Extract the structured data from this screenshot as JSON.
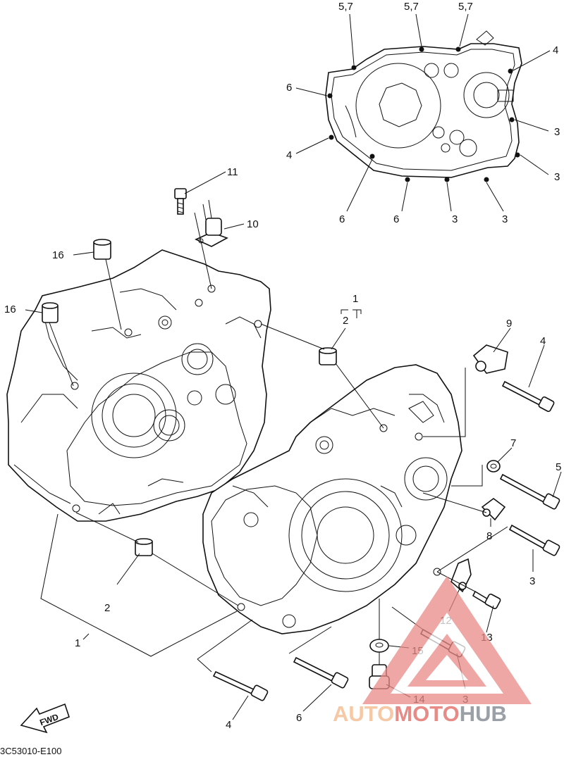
{
  "diagram": {
    "gasket_labels": {
      "top_a": "5,7",
      "top_b": "5,7",
      "top_c": "5,7",
      "right_top": "4",
      "left_upper": "6",
      "right_mid": "3",
      "left_mid": "4",
      "right_low": "3",
      "bottom_a": "6",
      "bottom_b": "6",
      "bottom_c": "3",
      "bottom_d": "3"
    },
    "part_labels": {
      "p11": "11",
      "p10": "10",
      "p16a": "16",
      "p16b": "16",
      "p1_top": "1",
      "p2_top": "2",
      "p9": "9",
      "p4_right": "4",
      "p7": "7",
      "p5": "5",
      "p8": "8",
      "p3_right": "3",
      "p2_left": "2",
      "p1_left": "1",
      "p12": "12",
      "p13": "13",
      "p15": "15",
      "p14": "14",
      "p3_bottom": "3",
      "p4_bottom": "4",
      "p6_bottom": "6"
    },
    "fwd_label": "FWD",
    "figure_code": "3C53010-E100"
  },
  "watermark": {
    "part1": "AUTO",
    "part2": "MOTO",
    "part3": "HUB"
  },
  "colors": {
    "watermark_triangle": "#e98a86",
    "watermark_auto": "#f6c9a6",
    "watermark_moto": "#e88a86",
    "watermark_hub": "#9aa0a6"
  }
}
